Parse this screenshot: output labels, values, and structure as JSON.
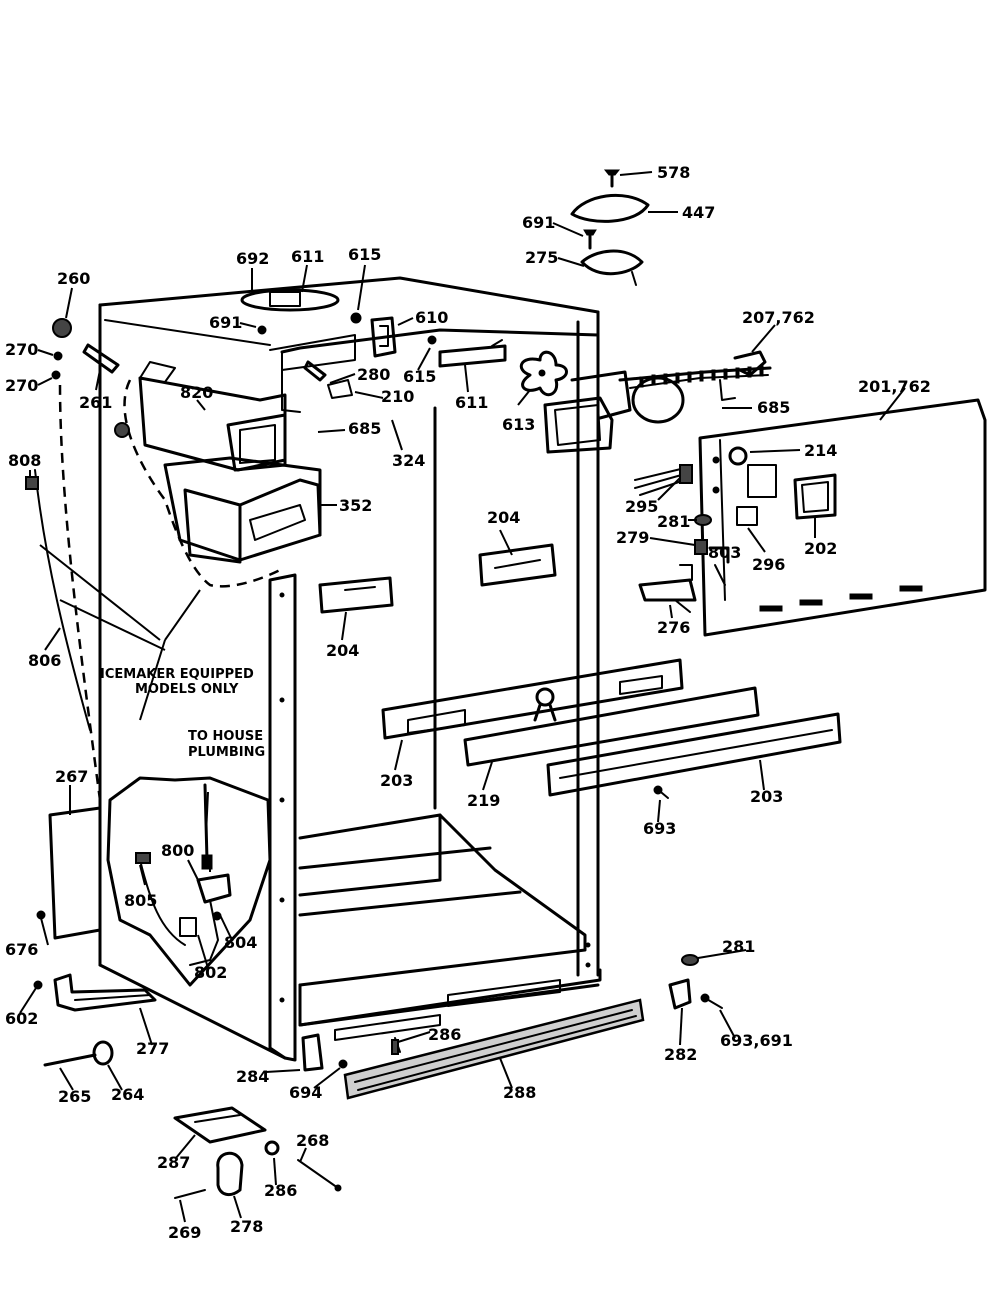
{
  "labels": [
    {
      "id": "578",
      "text": "578"
    },
    {
      "id": "447",
      "text": "447"
    },
    {
      "id": "691a",
      "text": "691"
    },
    {
      "id": "275",
      "text": "275"
    },
    {
      "id": "207-762",
      "text": "207,762"
    },
    {
      "id": "201-762",
      "text": "201,762"
    },
    {
      "id": "685a",
      "text": "685"
    },
    {
      "id": "214",
      "text": "214"
    },
    {
      "id": "295",
      "text": "295"
    },
    {
      "id": "281a",
      "text": "281"
    },
    {
      "id": "279",
      "text": "279"
    },
    {
      "id": "803",
      "text": "803"
    },
    {
      "id": "296",
      "text": "296"
    },
    {
      "id": "202",
      "text": "202"
    },
    {
      "id": "276",
      "text": "276"
    },
    {
      "id": "260",
      "text": "260"
    },
    {
      "id": "692",
      "text": "692"
    },
    {
      "id": "611a",
      "text": "611"
    },
    {
      "id": "615a",
      "text": "615"
    },
    {
      "id": "691b",
      "text": "691"
    },
    {
      "id": "610",
      "text": "610"
    },
    {
      "id": "270a",
      "text": "270"
    },
    {
      "id": "270b",
      "text": "270"
    },
    {
      "id": "261",
      "text": "261"
    },
    {
      "id": "280",
      "text": "280"
    },
    {
      "id": "615b",
      "text": "615"
    },
    {
      "id": "611b",
      "text": "611"
    },
    {
      "id": "613",
      "text": "613"
    },
    {
      "id": "820",
      "text": "820"
    },
    {
      "id": "210",
      "text": "210"
    },
    {
      "id": "685b",
      "text": "685"
    },
    {
      "id": "324",
      "text": "324"
    },
    {
      "id": "808",
      "text": "808"
    },
    {
      "id": "352",
      "text": "352"
    },
    {
      "id": "204a",
      "text": "204"
    },
    {
      "id": "204b",
      "text": "204"
    },
    {
      "id": "806",
      "text": "806"
    },
    {
      "id": "203a",
      "text": "203"
    },
    {
      "id": "219",
      "text": "219"
    },
    {
      "id": "203b",
      "text": "203"
    },
    {
      "id": "693a",
      "text": "693"
    },
    {
      "id": "267",
      "text": "267"
    },
    {
      "id": "800",
      "text": "800"
    },
    {
      "id": "805",
      "text": "805"
    },
    {
      "id": "804",
      "text": "804"
    },
    {
      "id": "802",
      "text": "802"
    },
    {
      "id": "676",
      "text": "676"
    },
    {
      "id": "281b",
      "text": "281"
    },
    {
      "id": "602",
      "text": "602"
    },
    {
      "id": "277",
      "text": "277"
    },
    {
      "id": "286a",
      "text": "286"
    },
    {
      "id": "282",
      "text": "282"
    },
    {
      "id": "693-691",
      "text": "693,691"
    },
    {
      "id": "265",
      "text": "265"
    },
    {
      "id": "264",
      "text": "264"
    },
    {
      "id": "284",
      "text": "284"
    },
    {
      "id": "694",
      "text": "694"
    },
    {
      "id": "288",
      "text": "288"
    },
    {
      "id": "287",
      "text": "287"
    },
    {
      "id": "268",
      "text": "268"
    },
    {
      "id": "286b",
      "text": "286"
    },
    {
      "id": "269",
      "text": "269"
    },
    {
      "id": "278",
      "text": "278"
    }
  ],
  "notes": {
    "icemaker_line1": "ICEMAKER EQUIPPED",
    "icemaker_line2": "MODELS ONLY",
    "plumbing_line1": "TO HOUSE",
    "plumbing_line2": "PLUMBING"
  }
}
